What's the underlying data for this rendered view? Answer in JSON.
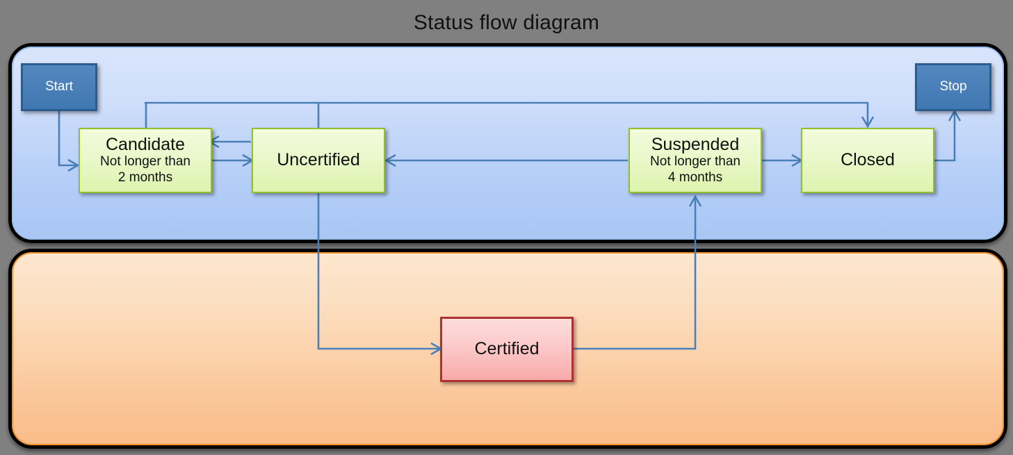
{
  "page": {
    "title": "Status flow diagram",
    "background_color": "#808080",
    "title_color": "#111111"
  },
  "containers": [
    {
      "name": "certification-process-lane",
      "fill_top": "#d9e5fb",
      "fill_bottom": "#a9c6f4",
      "border_color": "#000000",
      "accent_color": "#9ec0ee"
    },
    {
      "name": "certified-lane",
      "fill_top": "#fde7d0",
      "fill_bottom": "#f9bc88",
      "border_color": "#000000",
      "accent_color": "#f0902a"
    }
  ],
  "nodes": {
    "start": {
      "label": "Start",
      "kind": "terminal",
      "fill": "#4a7fb8",
      "border": "#2c5c8c",
      "text_color": "#ffffff"
    },
    "stop": {
      "label": "Stop",
      "kind": "terminal",
      "fill": "#4a7fb8",
      "border": "#2c5c8c",
      "text_color": "#ffffff"
    },
    "candidate": {
      "label": "Candidate",
      "note_line1": "Not longer than",
      "note_line2": "2 months",
      "kind": "state",
      "fill": "#e6f7c2",
      "border": "#93bf2c"
    },
    "uncertified": {
      "label": "Uncertified",
      "kind": "state",
      "fill": "#e6f7c2",
      "border": "#93bf2c"
    },
    "suspended": {
      "label": "Suspended",
      "note_line1": "Not longer than",
      "note_line2": "4 months",
      "kind": "state",
      "fill": "#e6f7c2",
      "border": "#93bf2c"
    },
    "closed": {
      "label": "Closed",
      "kind": "state",
      "fill": "#e6f7c2",
      "border": "#93bf2c"
    },
    "certified": {
      "label": "Certified",
      "kind": "state",
      "fill": "#f9b6b6",
      "border": "#b03131"
    }
  },
  "edges": [
    {
      "name": "start-to-candidate",
      "from": "start",
      "to": "candidate",
      "label": ""
    },
    {
      "name": "candidate-to-uncertified",
      "from": "candidate",
      "to": "uncertified",
      "label": ""
    },
    {
      "name": "uncertified-to-candidate",
      "from": "uncertified",
      "to": "candidate",
      "label": ""
    },
    {
      "name": "uncertified-to-closed",
      "from": "uncertified",
      "to": "closed",
      "label": ""
    },
    {
      "name": "candidate-to-closed",
      "from": "candidate",
      "to": "closed",
      "label": ""
    },
    {
      "name": "suspended-to-uncertified",
      "from": "suspended",
      "to": "uncertified",
      "label": ""
    },
    {
      "name": "suspended-to-closed",
      "from": "suspended",
      "to": "closed",
      "label": ""
    },
    {
      "name": "closed-to-stop",
      "from": "closed",
      "to": "stop",
      "label": ""
    },
    {
      "name": "uncertified-to-certified",
      "from": "uncertified",
      "to": "certified",
      "label": ""
    },
    {
      "name": "certified-to-suspended",
      "from": "certified",
      "to": "suspended",
      "label": ""
    }
  ],
  "edge_color": "#4a7fb8"
}
